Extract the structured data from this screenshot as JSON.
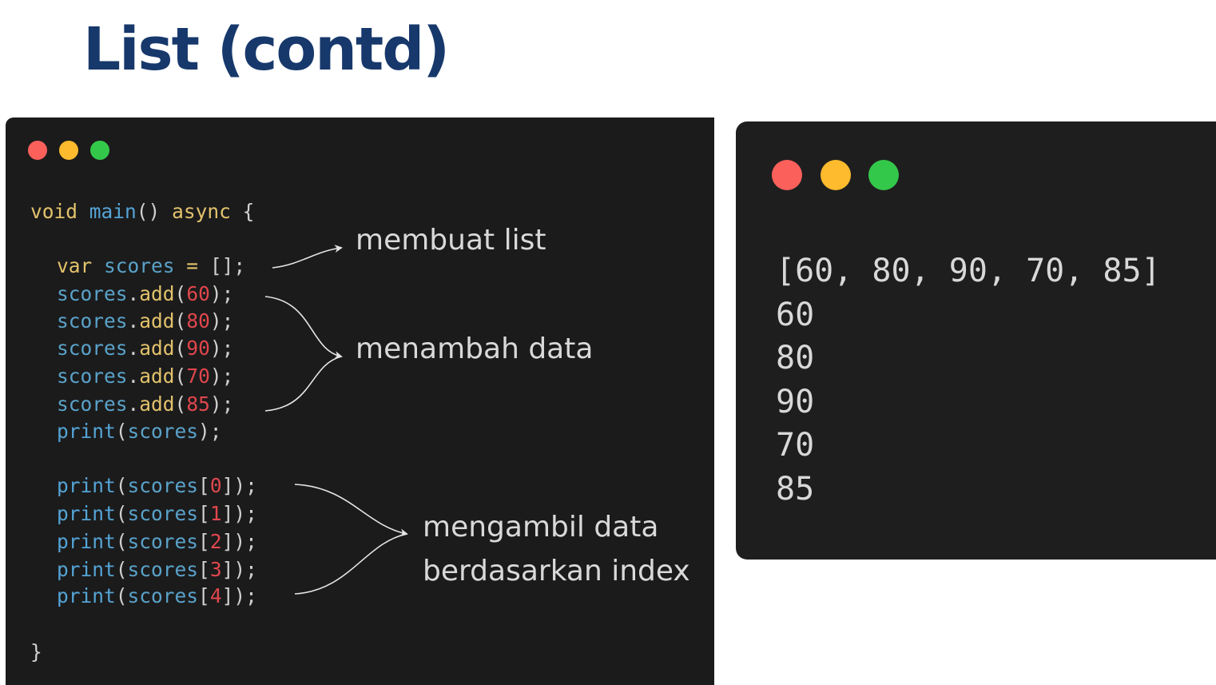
{
  "title": "List (contd)",
  "code_window": {
    "lines": {
      "l1": {
        "a": "void",
        "b": "main",
        "c": "() ",
        "d": "async",
        "e": " {"
      },
      "l2": {
        "a": "var",
        "b": "scores",
        "c": " = ",
        "d": "[];"
      },
      "add": [
        {
          "obj": "scores",
          "dot": ".",
          "m": "add",
          "o": "(",
          "n": "60",
          "cl": ");"
        },
        {
          "obj": "scores",
          "dot": ".",
          "m": "add",
          "o": "(",
          "n": "80",
          "cl": ");"
        },
        {
          "obj": "scores",
          "dot": ".",
          "m": "add",
          "o": "(",
          "n": "90",
          "cl": ");"
        },
        {
          "obj": "scores",
          "dot": ".",
          "m": "add",
          "o": "(",
          "n": "70",
          "cl": ");"
        },
        {
          "obj": "scores",
          "dot": ".",
          "m": "add",
          "o": "(",
          "n": "85",
          "cl": ");"
        }
      ],
      "print_all": {
        "f": "print",
        "o": "(",
        "v": "scores",
        "cl": ");"
      },
      "print_idx": [
        {
          "f": "print",
          "o": "(",
          "v": "scores",
          "b": "[",
          "n": "0",
          "cl": "]);"
        },
        {
          "f": "print",
          "o": "(",
          "v": "scores",
          "b": "[",
          "n": "1",
          "cl": "]);"
        },
        {
          "f": "print",
          "o": "(",
          "v": "scores",
          "b": "[",
          "n": "2",
          "cl": "]);"
        },
        {
          "f": "print",
          "o": "(",
          "v": "scores",
          "b": "[",
          "n": "3",
          "cl": "]);"
        },
        {
          "f": "print",
          "o": "(",
          "v": "scores",
          "b": "[",
          "n": "4",
          "cl": "]);"
        }
      ],
      "close": "}"
    },
    "annotations": {
      "create": "membuat list",
      "add": "menambah data",
      "get_line1": "mengambil data",
      "get_line2": "berdasarkan index"
    }
  },
  "output_window": {
    "lines": [
      "[60, 80, 90, 70, 85]",
      "60",
      "80",
      "90",
      "70",
      "85"
    ]
  },
  "colors": {
    "title": "#17386b",
    "window_bg": "#1b1b1c",
    "keyword": "#e2c26b",
    "identifier": "#5aa2c9",
    "number": "#e0474c",
    "dot_red": "#fc605b",
    "dot_yellow": "#fdbb2d",
    "dot_green": "#34c84a"
  }
}
